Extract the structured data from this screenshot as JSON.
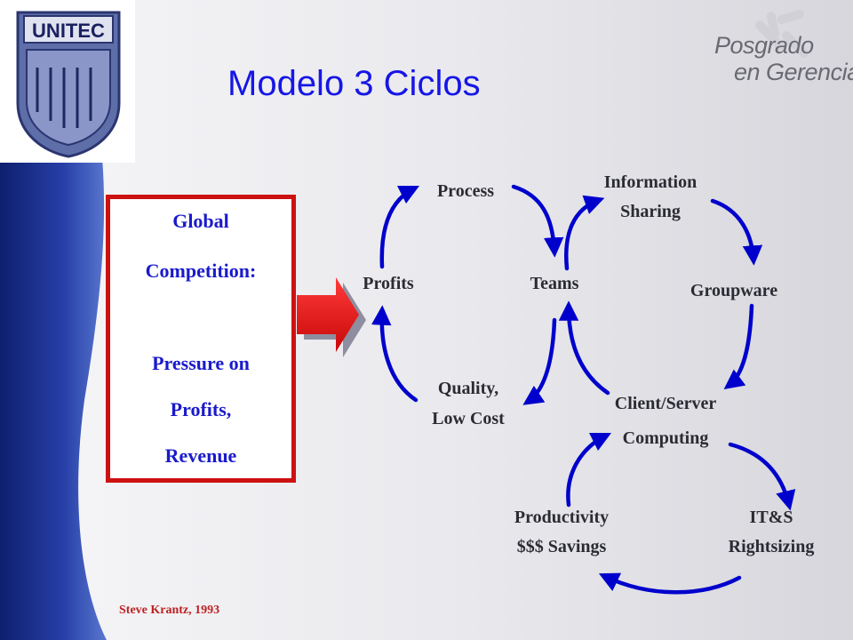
{
  "slide": {
    "title": "Modelo 3 Ciclos",
    "logo_left": "UNITEC",
    "logo_right_line1": "Posgrado",
    "logo_right_line2": "en Gerencia",
    "credit": "Steve Krantz, 1993"
  },
  "colors": {
    "title": "#1616e6",
    "box_border": "#cc1111",
    "box_text": "#1a1acc",
    "arrow": "#0000cc",
    "block_arrow": "#ee1111",
    "credit": "#bb2222"
  },
  "pressure_box": {
    "line1": "Global",
    "line2": "Competition:",
    "line3": "Pressure on",
    "line4": "Profits,",
    "line5": "Revenue"
  },
  "cycles": {
    "cycle1": {
      "process": "Process",
      "profits": "Profits",
      "quality_line1": "Quality,",
      "quality_line2": "Low Cost",
      "teams": "Teams"
    },
    "cycle2": {
      "info_line1": "Information",
      "info_line2": "Sharing",
      "groupware": "Groupware",
      "client_line1": "Client/Server"
    },
    "cycle3": {
      "computing": "Computing",
      "itas_line1": "IT&S",
      "itas_line2": "Rightsizing",
      "prod_line1": "Productivity",
      "prod_line2": "$$$ Savings"
    }
  },
  "icons": {
    "block_arrow": "right-block-arrow-icon",
    "curved_arrow": "curved-arrow-icon",
    "shield": "unitec-shield-icon"
  }
}
